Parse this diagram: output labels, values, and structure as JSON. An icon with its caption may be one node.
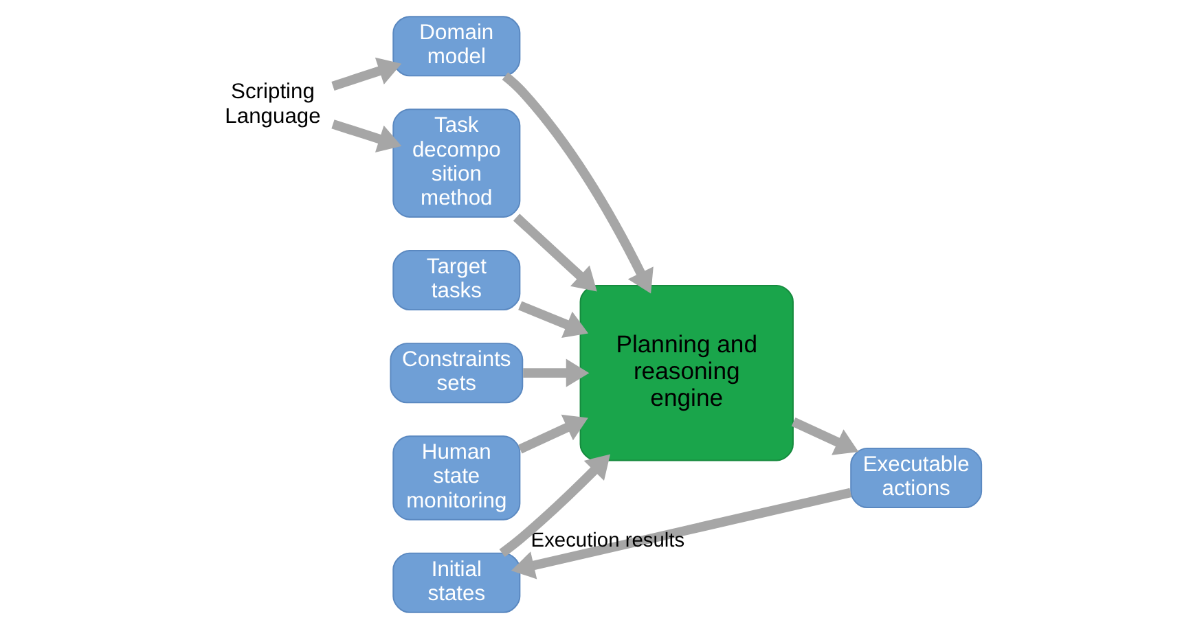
{
  "diagram": {
    "nodes": [
      {
        "text": [
          "Scripting Language"
        ]
      },
      {
        "text": [
          "Domain model"
        ]
      },
      {
        "text": [
          "Task decompo sition method"
        ]
      },
      {
        "text": [
          "Target tasks"
        ]
      },
      {
        "text": [
          "Constraints sets"
        ]
      },
      {
        "text": [
          "Planning and reasoning engine"
        ]
      },
      {
        "text": [
          "Executable actions"
        ]
      },
      {
        "text": [
          "Human state monitoring"
        ]
      },
      {
        "text": [
          "Initial states"
        ]
      }
    ],
    "edges": [
      {
        "from": 0,
        "to": 1,
        "arrow": "to"
      },
      {
        "from": 0,
        "to": 2,
        "arrow": "to"
      },
      {
        "from": 1,
        "to": 5,
        "arrow": "to"
      },
      {
        "from": 2,
        "to": 5,
        "arrow": "to"
      },
      {
        "from": 3,
        "to": 5,
        "arrow": "to"
      },
      {
        "from": 4,
        "to": 5,
        "arrow": "to"
      },
      {
        "from": 7,
        "to": 5,
        "arrow": "to"
      },
      {
        "from": 8,
        "to": 5,
        "arrow": "to"
      },
      {
        "from": 5,
        "to": 6,
        "arrow": "to"
      },
      {
        "from": 6,
        "to": 8,
        "arrow": "to",
        "label": "Execution results"
      }
    ]
  }
}
